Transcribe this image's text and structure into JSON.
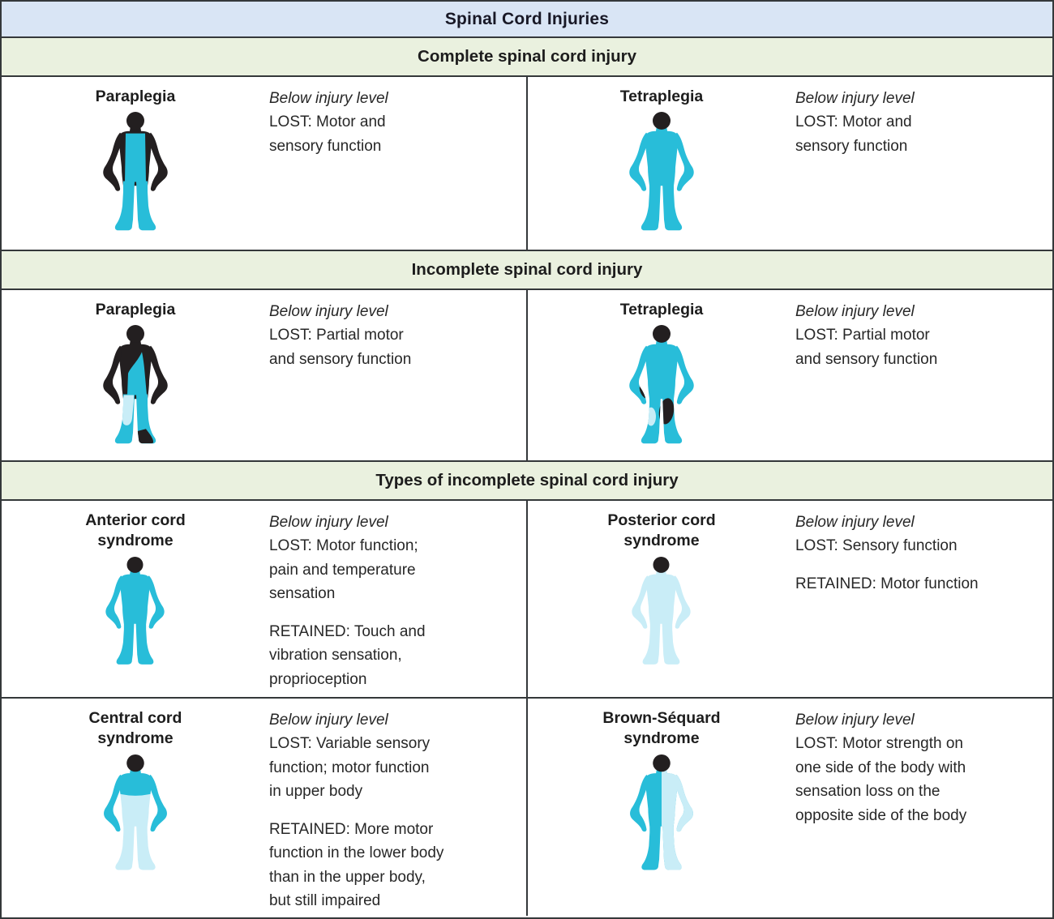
{
  "title": "Spinal Cord Injuries",
  "palette": {
    "cyan": "#28bdd9",
    "lightCyan": "#c9edf7",
    "dark": "#231f20",
    "titleBg": "#d9e5f5",
    "sectionBg": "#eaf1df",
    "border": "#34383a"
  },
  "rows": [
    {
      "type": "title",
      "text": "Spinal Cord Injuries"
    },
    {
      "type": "section",
      "text": "Complete spinal cord injury"
    },
    {
      "type": "pair",
      "cells": [
        {
          "label": [
            "Paraplegia"
          ],
          "figure": {
            "variant": "complete-paraplegia",
            "head": "dark",
            "torso": "dark",
            "arms": "dark",
            "legs": "cyan",
            "overlays": [
              "bib-cyan"
            ]
          },
          "lead": "Below injury level",
          "paragraphs": [
            [
              "LOST: Motor and",
              "sensory function"
            ]
          ]
        },
        {
          "label": [
            "Tetraplegia"
          ],
          "figure": {
            "variant": "complete-tetraplegia",
            "head": "dark",
            "torso": "cyan",
            "arms": "cyan",
            "legs": "cyan",
            "overlays": []
          },
          "lead": "Below injury level",
          "paragraphs": [
            [
              "LOST: Motor and",
              "sensory function"
            ]
          ]
        }
      ]
    },
    {
      "type": "section",
      "text": "Incomplete spinal cord injury"
    },
    {
      "type": "pair",
      "cells": [
        {
          "label": [
            "Paraplegia"
          ],
          "figure": {
            "variant": "incomplete-paraplegia",
            "head": "dark",
            "torso": "dark",
            "arms": "dark",
            "legs": "cyan",
            "overlays": [
              "torso-swath-cyan",
              "left-thigh-lightcyan",
              "right-foot-dark"
            ]
          },
          "lead": "Below injury level",
          "paragraphs": [
            [
              "LOST: Partial motor",
              "and sensory function"
            ]
          ]
        },
        {
          "label": [
            "Tetraplegia"
          ],
          "figure": {
            "variant": "incomplete-tetraplegia",
            "head": "dark",
            "torso": "cyan",
            "arms": "cyan",
            "legs": "cyan",
            "overlays": [
              "thigh-patch-dark",
              "hand-patch-dark",
              "hip-blob-lightcyan"
            ]
          },
          "lead": "Below injury level",
          "paragraphs": [
            [
              "LOST: Partial motor",
              "and sensory function"
            ]
          ]
        }
      ]
    },
    {
      "type": "section",
      "text": "Types of incomplete spinal cord injury"
    },
    {
      "type": "pair",
      "cells": [
        {
          "label": [
            "Anterior cord",
            "syndrome"
          ],
          "figure": {
            "variant": "anterior-cord",
            "head": "dark",
            "torso": "cyan",
            "arms": "cyan",
            "legs": "cyan",
            "overlays": []
          },
          "lead": "Below injury level",
          "paragraphs": [
            [
              "LOST: Motor function;",
              "pain and temperature",
              "sensation"
            ],
            [
              "RETAINED: Touch and",
              "vibration sensation,",
              "proprioception"
            ]
          ]
        },
        {
          "label": [
            "Posterior cord",
            "syndrome"
          ],
          "figure": {
            "variant": "posterior-cord",
            "head": "dark",
            "torso": "lightCyan",
            "arms": "lightCyan",
            "legs": "lightCyan",
            "overlays": []
          },
          "lead": "Below injury level",
          "paragraphs": [
            [
              "LOST: Sensory function"
            ],
            [
              "RETAINED: Motor function"
            ]
          ]
        }
      ]
    },
    {
      "type": "pair",
      "cells": [
        {
          "label": [
            "Central cord",
            "syndrome"
          ],
          "figure": {
            "variant": "central-cord",
            "head": "dark",
            "torso": "lightCyan",
            "arms": "cyan",
            "legs": "lightCyan",
            "overlays": [
              "chest-cyan"
            ]
          },
          "lead": "Below injury level",
          "paragraphs": [
            [
              "LOST: Variable sensory",
              "function; motor function",
              "in upper body"
            ],
            [
              "RETAINED: More motor",
              "function in the lower body",
              "than in the upper body,",
              "but still impaired"
            ]
          ]
        },
        {
          "label": [
            "Brown-Séquard",
            "syndrome"
          ],
          "figure": {
            "variant": "brown-sequard",
            "head": "dark",
            "torso": "cyan",
            "arms": "cyan",
            "legs": "cyan",
            "overlays": [
              "right-half-lightcyan"
            ]
          },
          "lead": "Below injury level",
          "paragraphs": [
            [
              "LOST: Motor strength on",
              "one side of the body with",
              "sensation loss on the",
              "opposite side of the body"
            ]
          ]
        }
      ]
    }
  ]
}
